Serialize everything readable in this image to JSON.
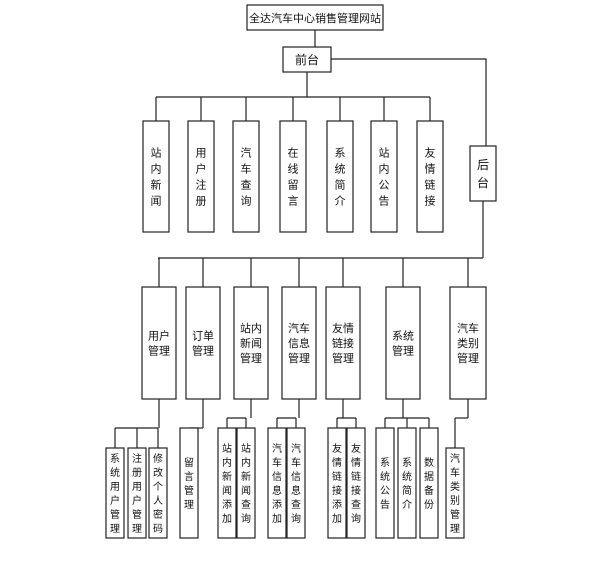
{
  "root": {
    "label": "全达汽车中心销售管理网站"
  },
  "front": {
    "label": "前台",
    "modules": [
      "站内新闻",
      "用户注册",
      "汽车查询",
      "在线留言",
      "系统简介",
      "站内公告",
      "友情链接"
    ]
  },
  "back": {
    "label": "后台",
    "modules": [
      {
        "label": "用户管理",
        "children": [
          "系统用户管理",
          "注册用户管理",
          "修改个人密码"
        ]
      },
      {
        "label": "订单管理",
        "children": [
          "留言管理"
        ]
      },
      {
        "label": "站内新闻管理",
        "children": [
          "站内新闻添加",
          "站内新闻查询"
        ]
      },
      {
        "label": "汽车信息管理",
        "children": [
          "汽车信息添加",
          "汽车信息查询"
        ]
      },
      {
        "label": "友情链接管理",
        "children": [
          "友情链接添加",
          "友情链接查询"
        ]
      },
      {
        "label": "系统管理",
        "children": [
          "系统公告",
          "系统简介",
          "数据备份"
        ]
      },
      {
        "label": "汽车类别管理",
        "children": [
          "汽车类别管理"
        ]
      }
    ]
  }
}
